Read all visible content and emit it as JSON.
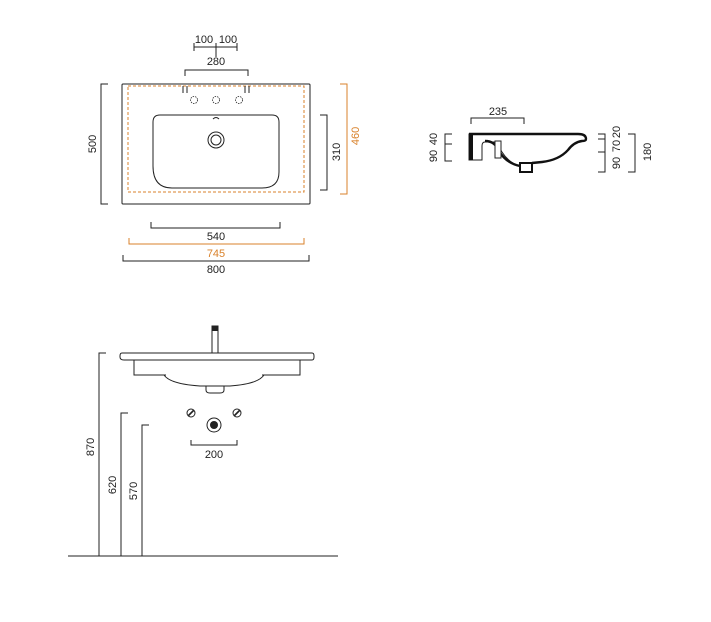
{
  "top_view": {
    "tap_spacing_left": "100",
    "tap_spacing_right": "100",
    "tap_span": "280",
    "depth_total": "500",
    "depth_inner": "460",
    "bowl_depth": "310",
    "bowl_width": "540",
    "inner_width": "745",
    "total_width": "800"
  },
  "section_view": {
    "bowl_length": "235",
    "left_upper": "40",
    "left_lower": "90",
    "right_top": "20",
    "right_mid": "70",
    "right_bottom": "90",
    "right_total": "180"
  },
  "front_view": {
    "waste_spacing": "200",
    "height_top": "870",
    "height_mid": "620",
    "height_low": "570"
  },
  "colors": {
    "line": "#222222",
    "accent": "#d9822b"
  }
}
